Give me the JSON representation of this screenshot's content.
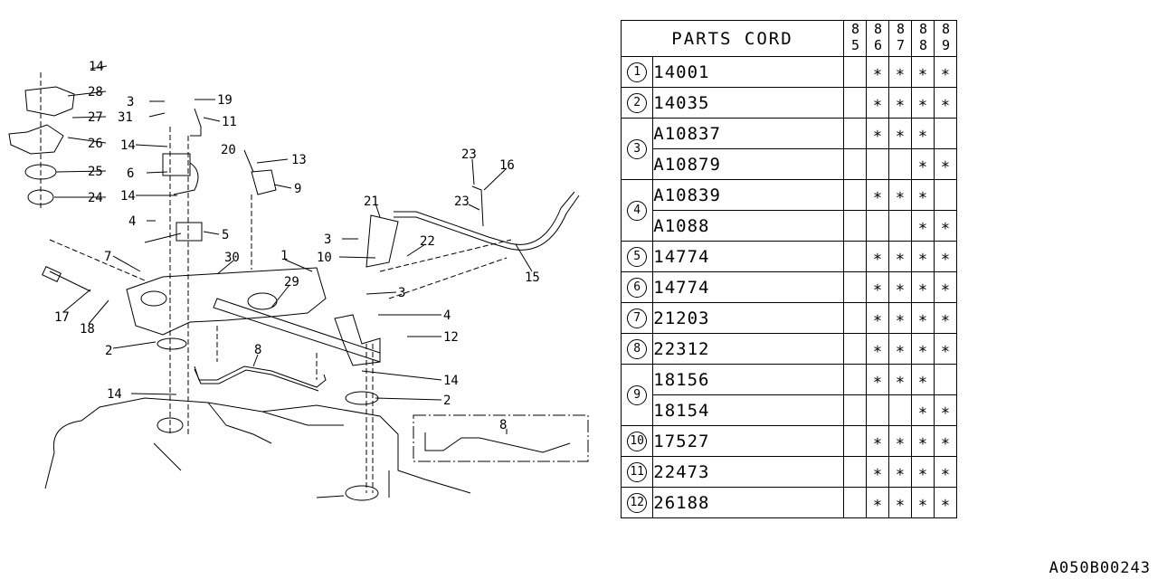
{
  "table": {
    "header": "PARTS CORD",
    "years": [
      "85",
      "86",
      "87",
      "88",
      "89"
    ],
    "rows": [
      {
        "no": "1",
        "codes": [
          {
            "code": "14001",
            "marks": [
              "",
              "*",
              "*",
              "*",
              "*"
            ]
          }
        ]
      },
      {
        "no": "2",
        "codes": [
          {
            "code": "14035",
            "marks": [
              "",
              "*",
              "*",
              "*",
              "*"
            ]
          }
        ]
      },
      {
        "no": "3",
        "codes": [
          {
            "code": "A10837",
            "marks": [
              "",
              "*",
              "*",
              "*",
              ""
            ]
          },
          {
            "code": "A10879",
            "marks": [
              "",
              "",
              "",
              "*",
              "*"
            ]
          }
        ]
      },
      {
        "no": "4",
        "codes": [
          {
            "code": "A10839",
            "marks": [
              "",
              "*",
              "*",
              "*",
              ""
            ]
          },
          {
            "code": "A1088",
            "marks": [
              "",
              "",
              "",
              "*",
              "*"
            ]
          }
        ]
      },
      {
        "no": "5",
        "codes": [
          {
            "code": "14774",
            "marks": [
              "",
              "*",
              "*",
              "*",
              "*"
            ]
          }
        ]
      },
      {
        "no": "6",
        "codes": [
          {
            "code": "14774",
            "marks": [
              "",
              "*",
              "*",
              "*",
              "*"
            ]
          }
        ]
      },
      {
        "no": "7",
        "codes": [
          {
            "code": "21203",
            "marks": [
              "",
              "*",
              "*",
              "*",
              "*"
            ]
          }
        ]
      },
      {
        "no": "8",
        "codes": [
          {
            "code": "22312",
            "marks": [
              "",
              "*",
              "*",
              "*",
              "*"
            ]
          }
        ]
      },
      {
        "no": "9",
        "codes": [
          {
            "code": "18156",
            "marks": [
              "",
              "*",
              "*",
              "*",
              ""
            ]
          },
          {
            "code": "18154",
            "marks": [
              "",
              "",
              "",
              "*",
              "*"
            ]
          }
        ]
      },
      {
        "no": "10",
        "codes": [
          {
            "code": "17527",
            "marks": [
              "",
              "*",
              "*",
              "*",
              "*"
            ]
          }
        ]
      },
      {
        "no": "11",
        "codes": [
          {
            "code": "22473",
            "marks": [
              "",
              "*",
              "*",
              "*",
              "*"
            ]
          }
        ]
      },
      {
        "no": "12",
        "codes": [
          {
            "code": "26188",
            "marks": [
              "",
              "*",
              "*",
              "*",
              "*"
            ]
          }
        ]
      }
    ]
  },
  "callouts": [
    "14",
    "28",
    "27",
    "26",
    "25",
    "24",
    "3",
    "31",
    "19",
    "11",
    "14",
    "6",
    "20",
    "13",
    "9",
    "14",
    "4",
    "5",
    "7",
    "30",
    "1",
    "29",
    "17",
    "18",
    "2",
    "8",
    "14",
    "3",
    "10",
    "21",
    "22",
    "23",
    "16",
    "23",
    "15",
    "3",
    "4",
    "12",
    "14",
    "2",
    "8"
  ],
  "reference": "A050B00243"
}
